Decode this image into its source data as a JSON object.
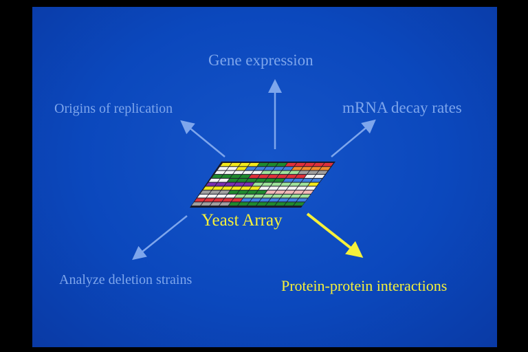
{
  "center_label": "Yeast Array",
  "branches": {
    "top": "Gene expression",
    "top_left": "Origins of replication",
    "top_right": "mRNA decay rates",
    "bottom_left": "Analyze deletion strains",
    "bottom_right": "Protein-protein interactions"
  },
  "colors": {
    "arrow": "#7ea6ec",
    "highlight": "#f5f03a",
    "background": "#0b48bd"
  },
  "array_rows": [
    [
      "#f2e81a",
      "#f2e81a",
      "#f2e81a",
      "#f2e81a",
      "#1f8a2e",
      "#1f8a2e",
      "#1f8a2e",
      "#e0303a",
      "#e0303a",
      "#e0303a",
      "#e0303a",
      "#e0303a"
    ],
    [
      "#f4f4f4",
      "#f4f4f4",
      "#f2e81a",
      "#3f7fe0",
      "#3f7fe0",
      "#3f7fe0",
      "#3f7fe0",
      "#3f7fe0",
      "#ef8a2a",
      "#ef8a2a",
      "#ef8a2a",
      "#ef8a2a"
    ],
    [
      "#f4f4f4",
      "#f4f4f4",
      "#f4f4f4",
      "#f4f4f4",
      "#f4f4f4",
      "#9fe29a",
      "#9fe29a",
      "#9fe29a",
      "#9fe29a",
      "#a0a0a0",
      "#a0a0a0",
      "#a0a0a0"
    ],
    [
      "#1f8a2e",
      "#1f8a2e",
      "#1f8a2e",
      "#1f8a2e",
      "#e0303a",
      "#e0303a",
      "#e0303a",
      "#e0303a",
      "#e0303a",
      "#e0303a",
      "#f4f4f4",
      "#f4f4f4"
    ],
    [
      "#f4f4f4",
      "#f4f4f4",
      "#1f8a2e",
      "#1f8a2e",
      "#1f8a2e",
      "#1f8a2e",
      "#1f8a2e",
      "#1f8a2e",
      "#3f7fe0",
      "#3f7fe0",
      "#3f7fe0",
      "#3f7fe0"
    ],
    [
      "#7a2fb0",
      "#7a2fb0",
      "#7a2fb0",
      "#7a2fb0",
      "#7a2fb0",
      "#9fe29a",
      "#9fe29a",
      "#9fe29a",
      "#9fe29a",
      "#9fe29a",
      "#9fe29a",
      "#f2e81a"
    ],
    [
      "#f2e81a",
      "#f2e81a",
      "#f2e81a",
      "#f2e81a",
      "#f2e81a",
      "#f2e81a",
      "#f4f4f4",
      "#f4f4f4",
      "#f4f4f4",
      "#f4f4f4",
      "#f4f4f4",
      "#f4f4f4"
    ],
    [
      "#a0a0a0",
      "#a0a0a0",
      "#a0a0a0",
      "#1f8a2e",
      "#1f8a2e",
      "#1f8a2e",
      "#1f8a2e",
      "#f3b8b8",
      "#f3b8b8",
      "#f3b8b8",
      "#f3b8b8",
      "#f3b8b8"
    ],
    [
      "#f4f4f4",
      "#f4f4f4",
      "#f4f4f4",
      "#f4f4f4",
      "#9fe29a",
      "#9fe29a",
      "#9fe29a",
      "#9fe29a",
      "#9fe29a",
      "#9fe29a",
      "#9fe29a",
      "#9fe29a"
    ],
    [
      "#e0303a",
      "#e0303a",
      "#e0303a",
      "#e0303a",
      "#e0303a",
      "#3f7fe0",
      "#3f7fe0",
      "#3f7fe0",
      "#3f7fe0",
      "#3f7fe0",
      "#3f7fe0",
      "#3f7fe0"
    ],
    [
      "#a0a0a0",
      "#a0a0a0",
      "#a0a0a0",
      "#a0a0a0",
      "#1f8a2e",
      "#1f8a2e",
      "#1f8a2e",
      "#1f8a2e",
      "#1f8a2e",
      "#1f8a2e",
      "#1f8a2e",
      "#1f8a2e"
    ]
  ]
}
